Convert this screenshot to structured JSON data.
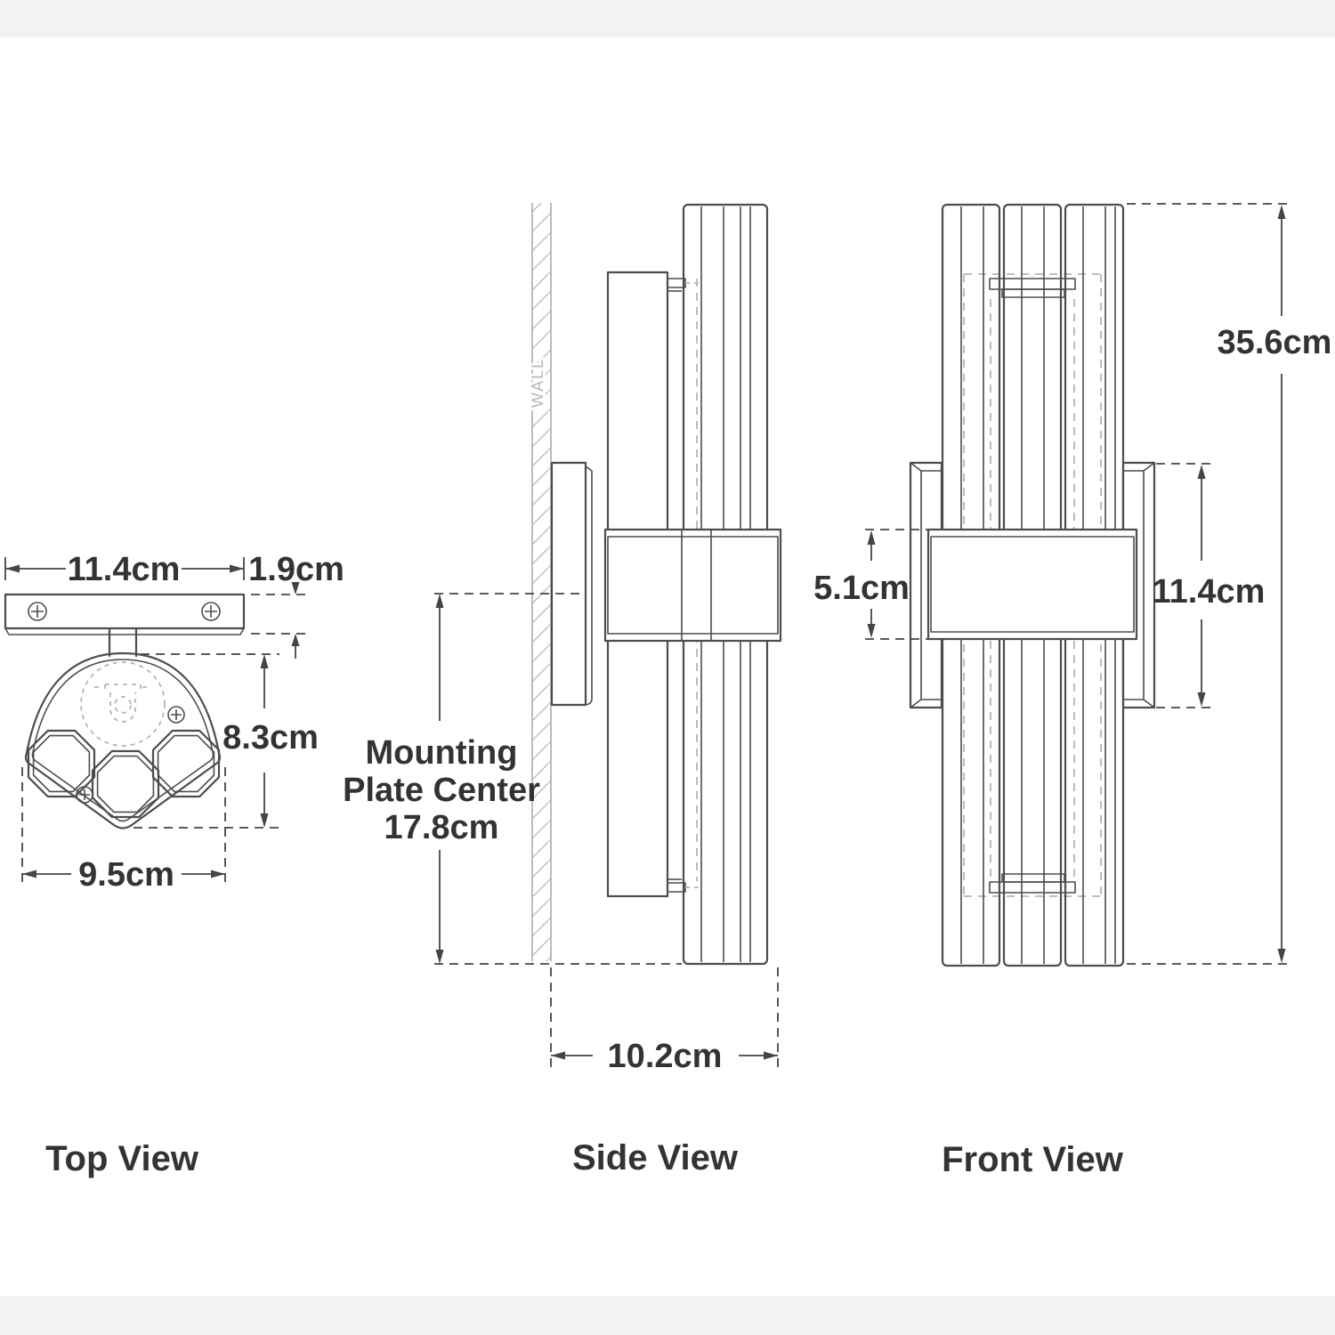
{
  "colors": {
    "bg": "#ffffff",
    "band": "#f2f2f2",
    "ink": "#4d4d4d",
    "ink2": "#454545",
    "faint": "#b5b5b5",
    "text": "#333333",
    "meshdark": "#3e3e3e"
  },
  "views": {
    "top": {
      "label": "Top View",
      "dim_width": "11.4cm",
      "dim_plate": "1.9cm",
      "dim_depth": "8.3cm",
      "dim_body_width": "9.5cm"
    },
    "side": {
      "label": "Side View",
      "wall_label": "WALL",
      "mounting_center_line1": "Mounting",
      "mounting_center_line2": "Plate Center",
      "mounting_center_line3": "17.8cm",
      "dim_projection": "10.2cm"
    },
    "front": {
      "label": "Front View",
      "dim_height": "35.6cm",
      "dim_mesh": "5.1cm",
      "dim_frame": "11.4cm"
    }
  }
}
